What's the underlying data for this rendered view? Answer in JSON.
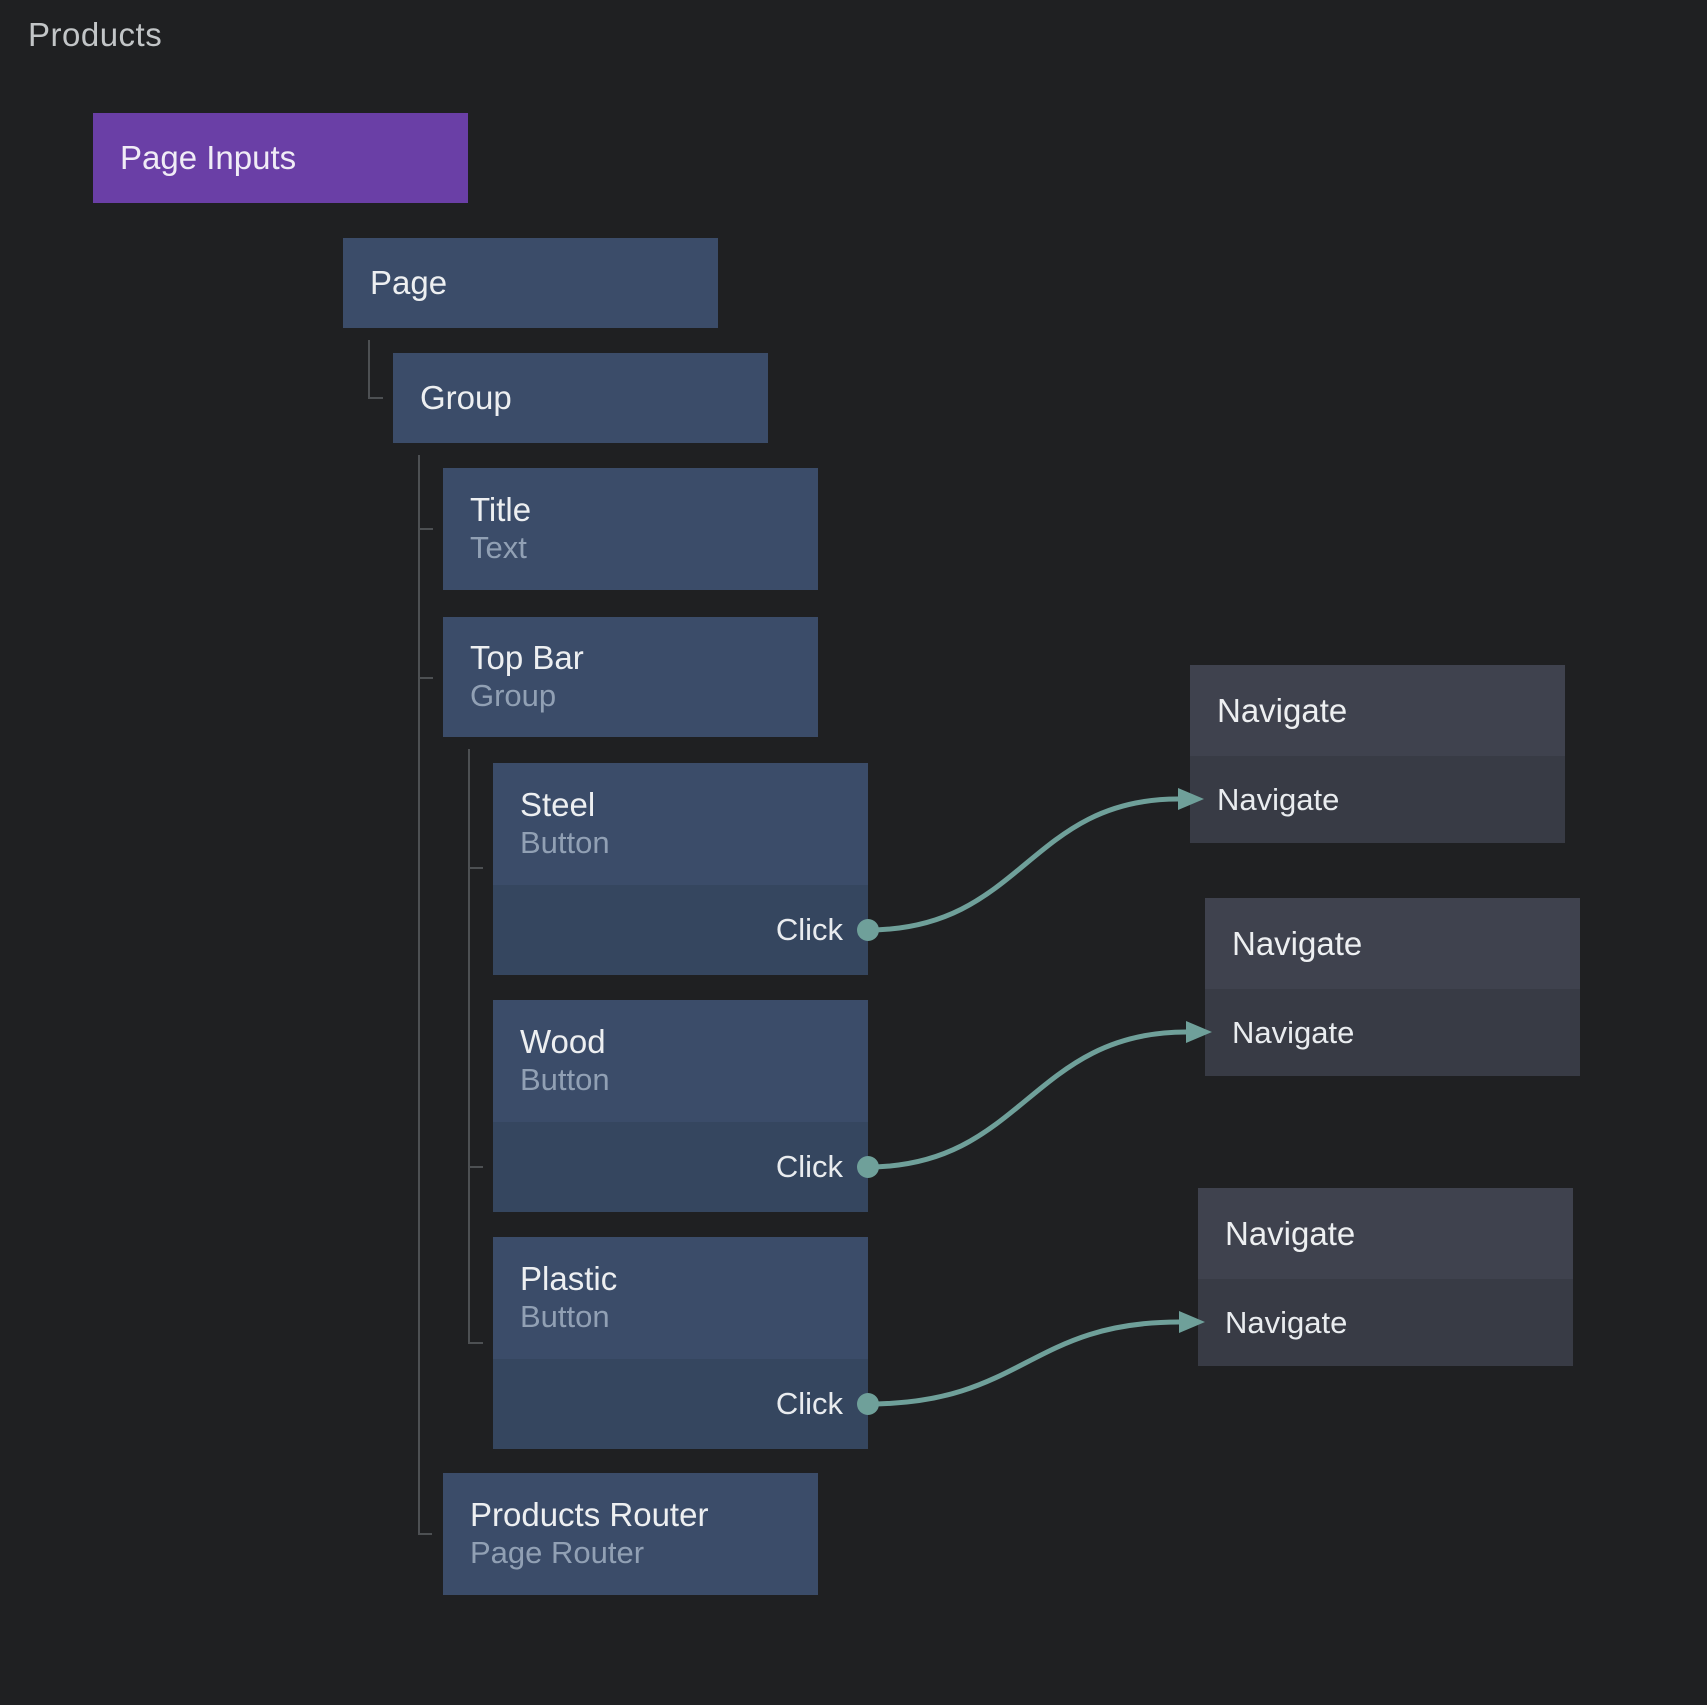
{
  "header": {
    "title": "Products"
  },
  "colors": {
    "background": "#1F2022",
    "node_blue": "#3B4C69",
    "node_blue_ports": "#35465F",
    "node_gray": "#3F424E",
    "node_gray_ports": "#383B45",
    "accent_purple": "#6A3FA6",
    "connection_teal": "#6FA09A",
    "tree_line": "#4D5053"
  },
  "nodes": {
    "page_inputs": {
      "title": "Page Inputs"
    },
    "page": {
      "title": "Page"
    },
    "group": {
      "title": "Group"
    },
    "title": {
      "title": "Title",
      "subtitle": "Text"
    },
    "top_bar": {
      "title": "Top Bar",
      "subtitle": "Group"
    },
    "steel": {
      "title": "Steel",
      "subtitle": "Button",
      "output": "Click"
    },
    "wood": {
      "title": "Wood",
      "subtitle": "Button",
      "output": "Click"
    },
    "plastic": {
      "title": "Plastic",
      "subtitle": "Button",
      "output": "Click"
    },
    "products_router": {
      "title": "Products Router",
      "subtitle": "Page Router"
    },
    "navigate_1": {
      "title": "Navigate",
      "input": "Navigate"
    },
    "navigate_2": {
      "title": "Navigate",
      "input": "Navigate"
    },
    "navigate_3": {
      "title": "Navigate",
      "input": "Navigate"
    }
  }
}
